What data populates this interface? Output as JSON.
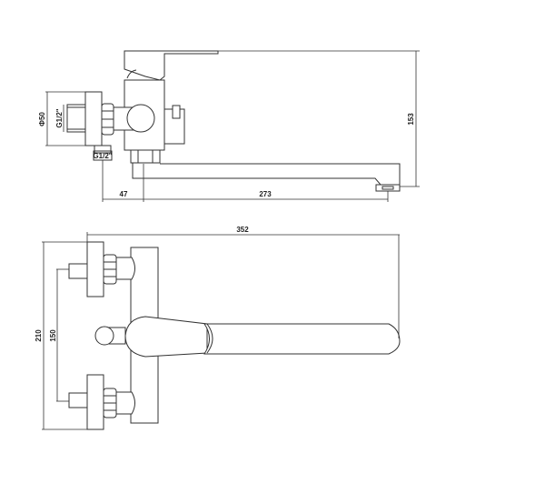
{
  "drawing": {
    "subject": "Wall-mounted bath mixer with long spout",
    "side_view": {
      "dimensions": {
        "eccentric_diameter": "Ф50",
        "inlet_thread_top": "G1/2\"",
        "inlet_thread_bottom": "G1/2\"",
        "wall_to_body": "47",
        "spout_reach": "273",
        "overall_height": "153"
      }
    },
    "top_view": {
      "dimensions": {
        "overall_length": "352",
        "overall_width": "210",
        "inlet_centers": "150"
      }
    }
  }
}
